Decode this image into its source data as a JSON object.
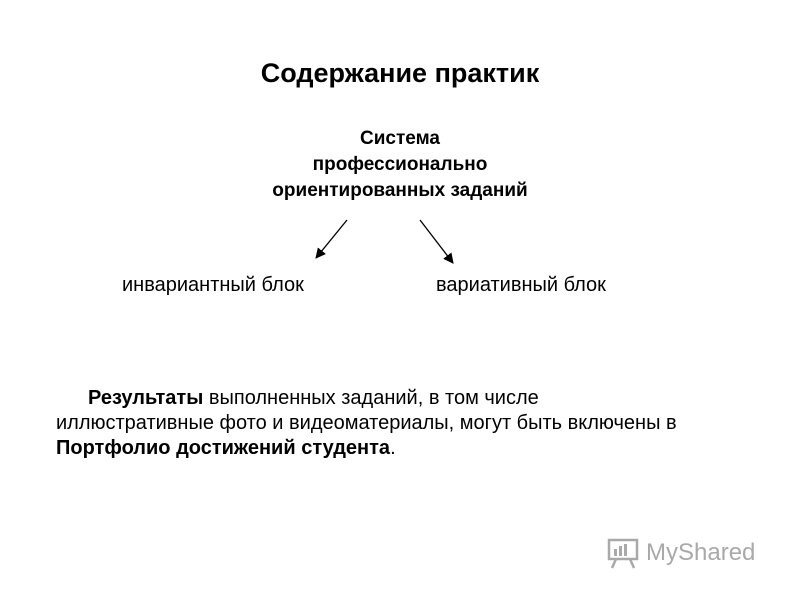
{
  "title": "Содержание практик",
  "system": {
    "lines": [
      "Система",
      "профессионально",
      "ориентированных заданий"
    ]
  },
  "blocks": {
    "left": "инвариантный блок",
    "right": "вариативный блок"
  },
  "results": {
    "bold_start": "Результаты",
    "text_1": " выполненных заданий, в том числе",
    "text_2": "иллюстративные фото и видеоматериалы, могут быть включены в",
    "bold_end": "Портфолио достижений студента",
    "period": "."
  },
  "watermark": {
    "text": "MyShared",
    "icon": "presentation-board-icon",
    "color": "#a9a9a9"
  }
}
